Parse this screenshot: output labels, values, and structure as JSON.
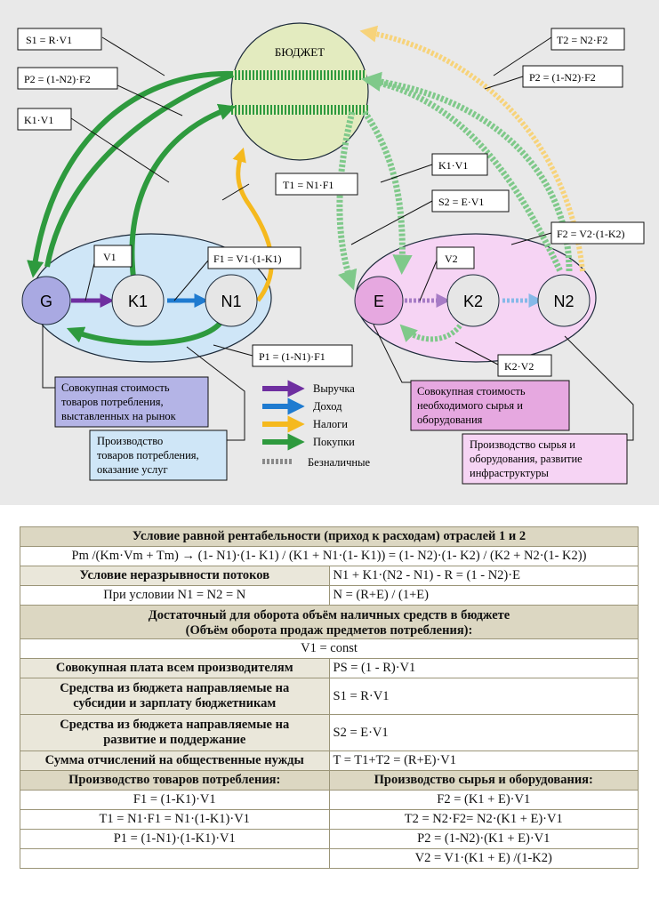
{
  "budget": {
    "label": "БЮДЖЕТ"
  },
  "nodes": {
    "g": "G",
    "k1": "K1",
    "n1": "N1",
    "e": "E",
    "k2": "K2",
    "n2": "N2"
  },
  "callouts": {
    "s1": "S1 = R·V1",
    "p2_left": "P2 = (1-N2)·F2",
    "k1v1_left": "K1·V1",
    "t1": "T1 = N1·F1",
    "v1": "V1",
    "f1": "F1 = V1·(1-K1)",
    "p1": "P1 = (1-N1)·F1",
    "t2": "T2 = N2·F2",
    "p2_right": "P2 = (1-N2)·F2",
    "k1v1_right": "K1·V1",
    "s2": "S2 = E·V1",
    "f2": "F2 = V2·(1-K2)",
    "v2": "V2",
    "k2v2": "K2·V2"
  },
  "desc_boxes": {
    "g_desc": [
      "Совокупная стоимость",
      "товаров потребления,",
      "выставленных на рынок"
    ],
    "prod1": [
      "Производство",
      "товаров потребления,",
      "оказание услуг"
    ],
    "e_desc": [
      "Совокупная стоимость",
      "необходимого сырья и",
      "оборудования"
    ],
    "prod2": [
      "Производство сырья и",
      "оборудования, развитие",
      "инфраструктуры"
    ]
  },
  "legend": {
    "revenue": "Выручка",
    "income": "Доход",
    "taxes": "Налоги",
    "purchases": "Покупки",
    "cashless": "Безналичные"
  },
  "colors": {
    "revenue": "#6f2fa0",
    "income": "#1f7bd0",
    "taxes": "#f5b91e",
    "purchases": "#2e9a3e",
    "budget": "#e3ebbf",
    "left_ellipse": "#cfe6f7",
    "right_ellipse": "#f6d4f4"
  },
  "table": {
    "row1": "Условие равной рентабельности (приход к расходам) отраслей 1 и 2",
    "row2": "Pm /(Km·Vm + Tm) → (1- N1)·(1- K1) / (K1 + N1·(1- K1)) = (1- N2)·(1- K2) / (K2 + N2·(1- K2))",
    "row3_l": "Условие неразрывности потоков",
    "row3_r": "N1 + K1·(N2 - N1) - R = (1 - N2)·E",
    "row4_l": "При условии N1 = N2 = N",
    "row4_r": "N = (R+E) / (1+E)",
    "row5": "Достаточный для оборота объём наличных средств в бюджете",
    "row6": "(Объём оборота продаж предметов потребления):",
    "row7": "V1 = const",
    "row8_l": "Совокупная плата всем производителям",
    "row8_r": "PS = (1 - R)·V1",
    "row9_l": [
      "Средства из бюджета направляемые на",
      "субсидии и зарплату бюджетникам"
    ],
    "row9_r": "S1 = R·V1",
    "row10_l": [
      "Средства из бюджета направляемые на",
      "развитие и поддержание"
    ],
    "row10_r": "S2 = E·V1",
    "row11_l": "Сумма отчислений на общественные нужды",
    "row11_r": "T = T1+T2 = (R+E)·V1",
    "col_h_l": "Производство товаров потребления:",
    "col_h_r": "Производство сырья и оборудования:",
    "left_rows": [
      "F1 = (1-K1)·V1",
      "T1 = N1·F1 = N1·(1-K1)·V1",
      "P1 = (1-N1)·(1-K1)·V1",
      ""
    ],
    "right_rows": [
      "F2 = (K1 + E)·V1",
      "T2 = N2·F2= N2·(K1 + E)·V1",
      "P2 = (1-N2)·(K1 + E)·V1",
      "V2 = V1·(K1 + E) /(1-K2)"
    ]
  }
}
